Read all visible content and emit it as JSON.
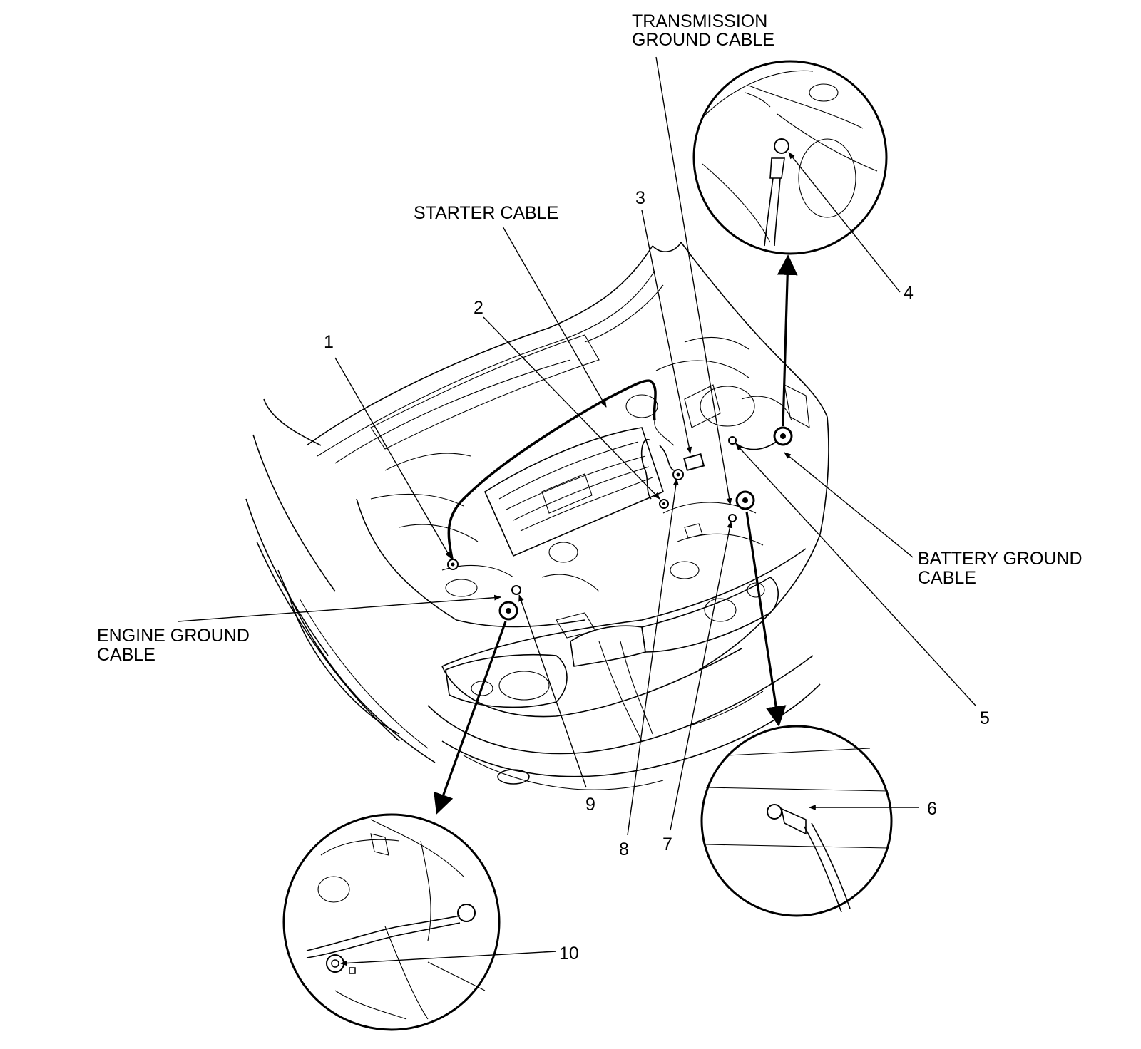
{
  "labels": {
    "transmission_ground_line1": "TRANSMISSION",
    "transmission_ground_line2": "GROUND CABLE",
    "starter_cable": "STARTER CABLE",
    "battery_ground_line1": "BATTERY GROUND",
    "battery_ground_line2": "CABLE",
    "engine_ground_line1": "ENGINE GROUND",
    "engine_ground_line2": "CABLE"
  },
  "callouts": [
    "1",
    "2",
    "3",
    "4",
    "5",
    "6",
    "7",
    "8",
    "9",
    "10"
  ]
}
